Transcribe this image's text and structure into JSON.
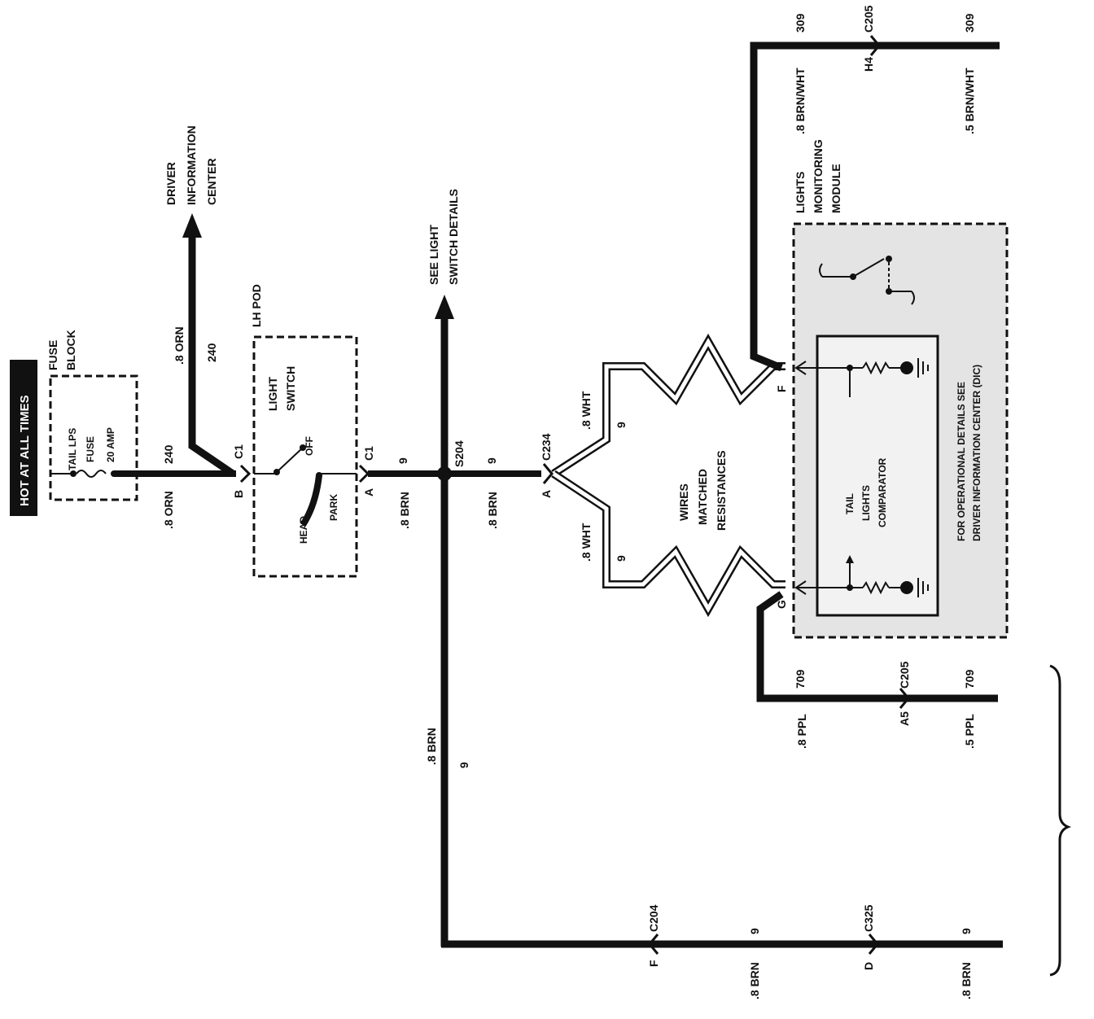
{
  "hot_at_all_times": "HOT AT ALL TIMES",
  "fuse_block": {
    "line1": "FUSE",
    "line2": "BLOCK"
  },
  "fuse": {
    "name": "TAIL LPS",
    "type": "FUSE",
    "rating": "20 AMP"
  },
  "wire_240": {
    "size": ".8 ORN",
    "circuit": "240"
  },
  "dic_arrow": {
    "line1": "DRIVER",
    "line2": "INFORMATION",
    "line3": "CENTER"
  },
  "lh_pod": "LH POD",
  "light_switch": {
    "line1": "LIGHT",
    "line2": "SWITCH",
    "off": "OFF",
    "park": "PARK",
    "head": "HEAD"
  },
  "connectors": {
    "c1_left": "C1",
    "c1_left_pin": "B",
    "c1_right": "C1",
    "c1_right_pin": "A",
    "s204": "S204",
    "c234": "C234",
    "c234_pin": "A",
    "c205_top": "C205",
    "c205_top_pin": "H4",
    "c205_bottom": "C205",
    "c205_bottom_pin": "A5",
    "c204": "C204",
    "c204_pin": "F",
    "c325": "C325",
    "c325_pin": "D",
    "lmm_f": "F",
    "lmm_g": "G"
  },
  "wire_9": {
    "brn8": ".8 BRN",
    "circuit": "9",
    "wht8": ".8 WHT",
    "brn8_right": ".8 BRN",
    "brn8_bottom_right": ".8 BRN"
  },
  "see_light": {
    "line1": "SEE LIGHT",
    "line2": "SWITCH DETAILS"
  },
  "resistances": {
    "line1": "WIRES",
    "line2": "MATCHED",
    "line3": "RESISTANCES"
  },
  "lights_monitoring_module": {
    "line1": "LIGHTS",
    "line2": "MONITORING",
    "line3": "MODULE"
  },
  "wire_309": {
    "circuit": "309",
    "size_left": ".8 BRN/WHT",
    "size_right": ".5 BRN/WHT"
  },
  "wire_709": {
    "circuit": "709",
    "size_left": ".8 PPL",
    "size_right": ".5 PPL"
  },
  "comparator": {
    "line1": "TAIL",
    "line2": "LIGHTS",
    "line3": "COMPARATOR"
  },
  "operational": {
    "line1": "FOR OPERATIONAL DETAILS SEE",
    "line2": "DRIVER INFORMATION CENTER (DIC)"
  }
}
